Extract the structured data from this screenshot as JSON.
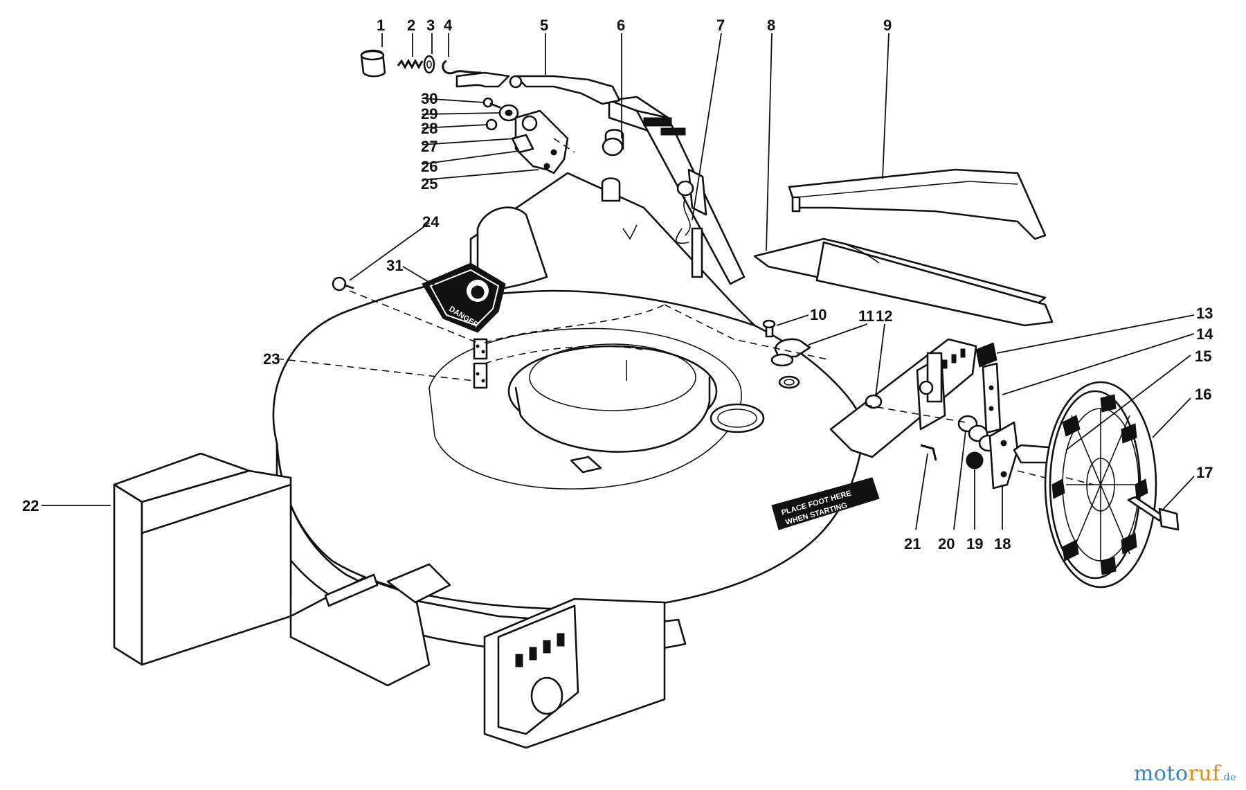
{
  "diagram": {
    "callouts": [
      "1",
      "2",
      "3",
      "4",
      "5",
      "6",
      "7",
      "8",
      "9",
      "10",
      "11",
      "12",
      "13",
      "14",
      "15",
      "16",
      "17",
      "18",
      "19",
      "20",
      "21",
      "22",
      "23",
      "24",
      "25",
      "26",
      "27",
      "28",
      "29",
      "30",
      "31"
    ],
    "decals": {
      "danger": "DANGER",
      "notice_line1": "PLACE FOOT HERE",
      "notice_line2": "WHEN STARTING"
    }
  },
  "watermark": {
    "part1": "moto",
    "part2": "ruf",
    "part3": ".de"
  }
}
